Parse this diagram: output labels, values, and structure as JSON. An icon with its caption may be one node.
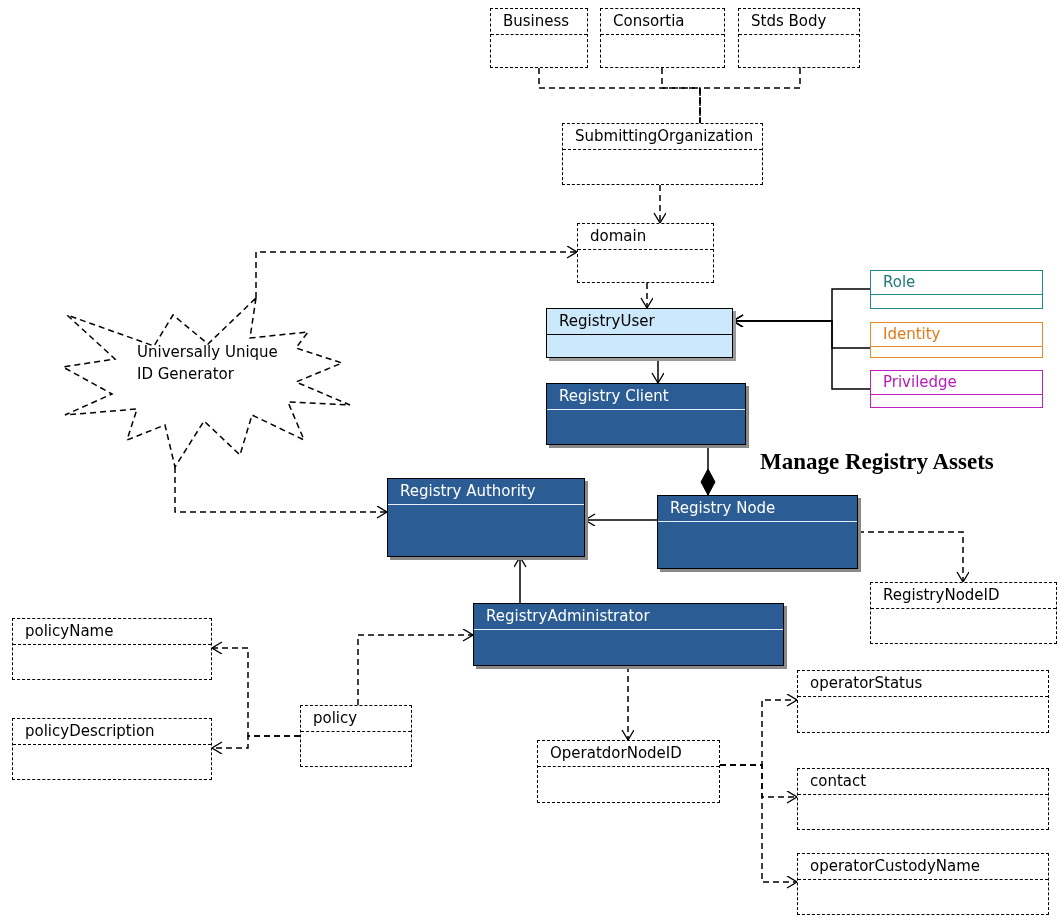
{
  "diagram": {
    "nodes": [
      {
        "text": [
          "Business"
        ]
      },
      {
        "text": [
          "Consortia"
        ]
      },
      {
        "text": [
          "Stds Body"
        ]
      },
      {
        "text": [
          "SubmittingOrganization"
        ]
      },
      {
        "text": [
          "domain"
        ]
      },
      {
        "text": [
          "Universally Unique ID Generator"
        ]
      },
      {
        "text": [
          "RegistryUser"
        ]
      },
      {
        "text": [
          "Role"
        ]
      },
      {
        "text": [
          "Identity"
        ]
      },
      {
        "text": [
          "Priviledge"
        ]
      },
      {
        "text": [
          "Registry Client"
        ]
      },
      {
        "text": [
          "Registry Authority"
        ]
      },
      {
        "text": [
          "Registry Node"
        ]
      },
      {
        "text": [
          "RegistryNodeID"
        ]
      },
      {
        "text": [
          "RegistryAdministrator"
        ]
      },
      {
        "text": [
          "policyName"
        ]
      },
      {
        "text": [
          "policyDescription"
        ]
      },
      {
        "text": [
          "policy"
        ]
      },
      {
        "text": [
          "OperatdorNodeID"
        ]
      },
      {
        "text": [
          "operatorStatus"
        ]
      },
      {
        "text": [
          "contact"
        ]
      },
      {
        "text": [
          "operatorCustodyName"
        ]
      }
    ],
    "edges": [
      {
        "from": 0,
        "to": 3,
        "arrow": "none",
        "style": "dashed"
      },
      {
        "from": 1,
        "to": 3,
        "arrow": "none",
        "style": "dashed"
      },
      {
        "from": 2,
        "to": 3,
        "arrow": "none",
        "style": "dashed"
      },
      {
        "from": 3,
        "to": 4,
        "arrow": "to",
        "style": "dashed"
      },
      {
        "from": 5,
        "to": 4,
        "arrow": "to",
        "style": "dashed"
      },
      {
        "from": 5,
        "to": 11,
        "arrow": "to",
        "style": "dashed"
      },
      {
        "from": 4,
        "to": 6,
        "arrow": "to",
        "style": "dashed"
      },
      {
        "from": 7,
        "to": 6,
        "arrow": "to"
      },
      {
        "from": 8,
        "to": 6,
        "arrow": "to"
      },
      {
        "from": 9,
        "to": 6,
        "arrow": "to"
      },
      {
        "from": 6,
        "to": 10,
        "arrow": "to"
      },
      {
        "from": 10,
        "to": 12,
        "arrow": "other"
      },
      {
        "from": 12,
        "to": 11,
        "arrow": "to"
      },
      {
        "from": 12,
        "to": 13,
        "arrow": "to",
        "style": "dashed"
      },
      {
        "from": 14,
        "to": 11,
        "arrow": "to"
      },
      {
        "from": 17,
        "to": 14,
        "arrow": "to",
        "style": "dashed"
      },
      {
        "from": 17,
        "to": 15,
        "arrow": "to",
        "style": "dashed"
      },
      {
        "from": 17,
        "to": 16,
        "arrow": "to",
        "style": "dashed"
      },
      {
        "from": 14,
        "to": 18,
        "arrow": "to",
        "style": "dashed"
      },
      {
        "from": 18,
        "to": 19,
        "arrow": "to",
        "style": "dashed"
      },
      {
        "from": 18,
        "to": 20,
        "arrow": "to",
        "style": "dashed"
      },
      {
        "from": 18,
        "to": 21,
        "arrow": "to",
        "style": "dashed"
      }
    ],
    "labels": [
      "Manage Registry Assets"
    ]
  }
}
